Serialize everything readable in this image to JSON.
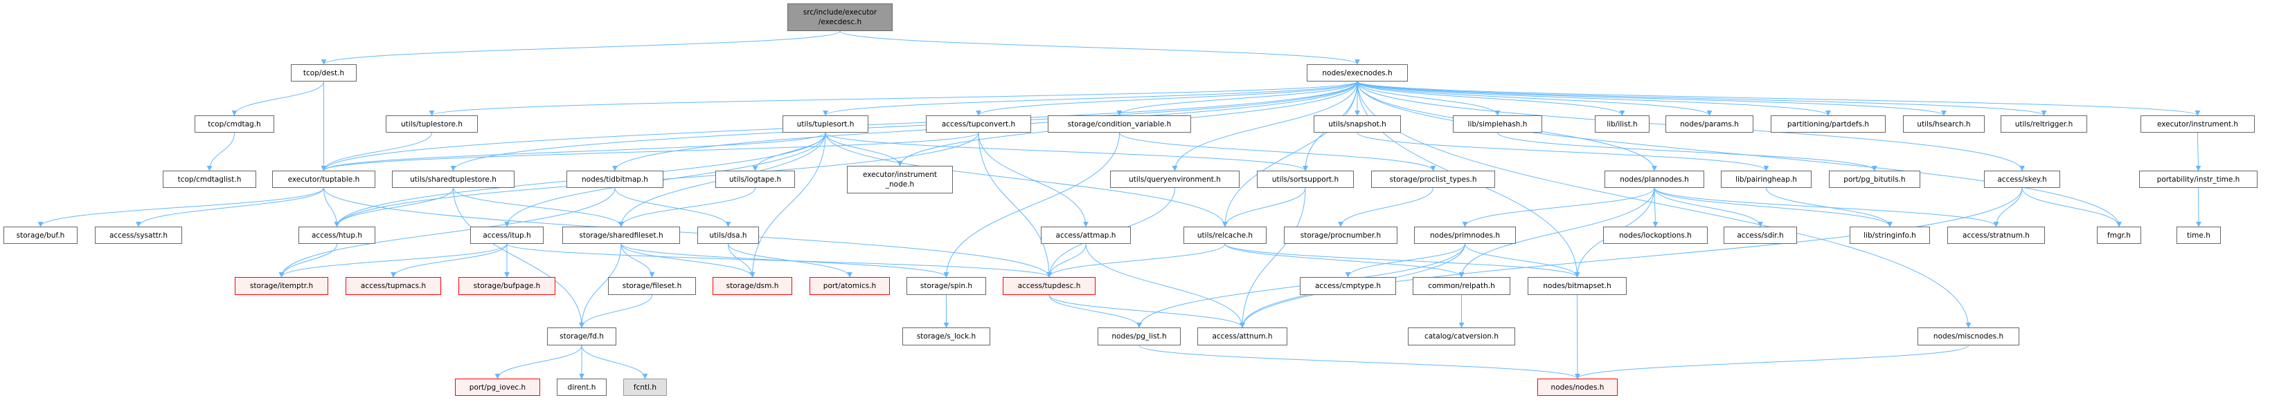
{
  "graph": {
    "title": "src/include/executor/execdesc.h include dependency graph",
    "colors": {
      "edge": "#63b8ff",
      "red_border": "#ff0000",
      "root_fill": "#999999"
    },
    "nodes": [
      {
        "id": "root",
        "label": "src/include/executor\n/execdesc.h",
        "style": "root"
      },
      {
        "id": "tcop_dest",
        "label": "tcop/dest.h"
      },
      {
        "id": "execnodes",
        "label": "nodes/execnodes.h"
      },
      {
        "id": "tcop_cmdtag",
        "label": "tcop/cmdtag.h"
      },
      {
        "id": "tuplestore",
        "label": "utils/tuplestore.h"
      },
      {
        "id": "tuplesort",
        "label": "utils/tuplesort.h"
      },
      {
        "id": "tupconvert",
        "label": "access/tupconvert.h"
      },
      {
        "id": "condvar",
        "label": "storage/condition_variable.h"
      },
      {
        "id": "snapshot",
        "label": "utils/snapshot.h"
      },
      {
        "id": "simplehash",
        "label": "lib/simplehash.h"
      },
      {
        "id": "ilist",
        "label": "lib/ilist.h"
      },
      {
        "id": "params",
        "label": "nodes/params.h"
      },
      {
        "id": "partdefs",
        "label": "partitioning/partdefs.h"
      },
      {
        "id": "hsearch",
        "label": "utils/hsearch.h"
      },
      {
        "id": "reltrigger",
        "label": "utils/reltrigger.h"
      },
      {
        "id": "instrument",
        "label": "executor/instrument.h"
      },
      {
        "id": "cmdtaglist",
        "label": "tcop/cmdtaglist.h"
      },
      {
        "id": "tuptable",
        "label": "executor/tuptable.h"
      },
      {
        "id": "sharedtuplestore",
        "label": "utils/sharedtuplestore.h"
      },
      {
        "id": "tidbitmap",
        "label": "nodes/tidbitmap.h"
      },
      {
        "id": "logtape",
        "label": "utils/logtape.h"
      },
      {
        "id": "instrument_node",
        "label": "executor/instrument\n_node.h"
      },
      {
        "id": "queryenv",
        "label": "utils/queryenvironment.h"
      },
      {
        "id": "sortsupport",
        "label": "utils/sortsupport.h"
      },
      {
        "id": "proclist_types",
        "label": "storage/proclist_types.h"
      },
      {
        "id": "plannodes",
        "label": "nodes/plannodes.h"
      },
      {
        "id": "pairingheap",
        "label": "lib/pairingheap.h"
      },
      {
        "id": "pg_bitutils",
        "label": "port/pg_bitutils.h"
      },
      {
        "id": "skey",
        "label": "access/skey.h"
      },
      {
        "id": "instr_time",
        "label": "portability/instr_time.h"
      },
      {
        "id": "buf",
        "label": "storage/buf.h"
      },
      {
        "id": "sysattr",
        "label": "access/sysattr.h"
      },
      {
        "id": "htup",
        "label": "access/htup.h"
      },
      {
        "id": "itup",
        "label": "access/itup.h"
      },
      {
        "id": "sharedfileset",
        "label": "storage/sharedfileset.h"
      },
      {
        "id": "dsa",
        "label": "utils/dsa.h"
      },
      {
        "id": "attmap",
        "label": "access/attmap.h"
      },
      {
        "id": "relcache",
        "label": "utils/relcache.h"
      },
      {
        "id": "procnumber",
        "label": "storage/procnumber.h"
      },
      {
        "id": "primnodes",
        "label": "nodes/primnodes.h"
      },
      {
        "id": "lockoptions",
        "label": "nodes/lockoptions.h"
      },
      {
        "id": "sdir",
        "label": "access/sdir.h"
      },
      {
        "id": "stringinfo",
        "label": "lib/stringinfo.h"
      },
      {
        "id": "stratnum",
        "label": "access/stratnum.h"
      },
      {
        "id": "fmgr",
        "label": "fmgr.h"
      },
      {
        "id": "time",
        "label": "time.h"
      },
      {
        "id": "itemptr",
        "label": "storage/itemptr.h",
        "style": "red"
      },
      {
        "id": "tupmacs",
        "label": "access/tupmacs.h",
        "style": "red"
      },
      {
        "id": "bufpage",
        "label": "storage/bufpage.h",
        "style": "red"
      },
      {
        "id": "fileset",
        "label": "storage/fileset.h"
      },
      {
        "id": "dsm",
        "label": "storage/dsm.h",
        "style": "red"
      },
      {
        "id": "atomics",
        "label": "port/atomics.h",
        "style": "red"
      },
      {
        "id": "spin",
        "label": "storage/spin.h"
      },
      {
        "id": "tupdesc",
        "label": "access/tupdesc.h",
        "style": "red"
      },
      {
        "id": "cmptype",
        "label": "access/cmptype.h"
      },
      {
        "id": "relpath",
        "label": "common/relpath.h"
      },
      {
        "id": "bitmapset",
        "label": "nodes/bitmapset.h"
      },
      {
        "id": "fd",
        "label": "storage/fd.h"
      },
      {
        "id": "s_lock",
        "label": "storage/s_lock.h"
      },
      {
        "id": "pg_list",
        "label": "nodes/pg_list.h"
      },
      {
        "id": "attnum",
        "label": "access/attnum.h"
      },
      {
        "id": "catversion",
        "label": "catalog/catversion.h"
      },
      {
        "id": "miscnodes",
        "label": "nodes/miscnodes.h"
      },
      {
        "id": "pg_iovec",
        "label": "port/pg_iovec.h",
        "style": "red"
      },
      {
        "id": "dirent",
        "label": "dirent.h"
      },
      {
        "id": "fcntl",
        "label": "fcntl.h",
        "style": "gray"
      },
      {
        "id": "nodes",
        "label": "nodes/nodes.h",
        "style": "red"
      }
    ],
    "edges": [
      [
        "root",
        "tcop_dest"
      ],
      [
        "root",
        "execnodes"
      ],
      [
        "tcop_dest",
        "tcop_cmdtag"
      ],
      [
        "tcop_dest",
        "tuptable"
      ],
      [
        "tcop_cmdtag",
        "cmdtaglist"
      ],
      [
        "tuplestore",
        "tuptable"
      ],
      [
        "tuptable",
        "buf"
      ],
      [
        "tuptable",
        "sysattr"
      ],
      [
        "tuptable",
        "htup"
      ],
      [
        "tuptable",
        "tupdesc"
      ],
      [
        "sharedtuplestore",
        "htup"
      ],
      [
        "sharedtuplestore",
        "fd"
      ],
      [
        "sharedtuplestore",
        "sharedfileset"
      ],
      [
        "htup",
        "itemptr"
      ],
      [
        "itup",
        "itemptr"
      ],
      [
        "itup",
        "tupmacs"
      ],
      [
        "itup",
        "bufpage"
      ],
      [
        "itup",
        "tupdesc"
      ],
      [
        "sharedfileset",
        "fd"
      ],
      [
        "sharedfileset",
        "fileset"
      ],
      [
        "sharedfileset",
        "dsm"
      ],
      [
        "sharedfileset",
        "spin"
      ],
      [
        "fileset",
        "fd"
      ],
      [
        "fd",
        "pg_iovec"
      ],
      [
        "fd",
        "dirent"
      ],
      [
        "fd",
        "fcntl"
      ],
      [
        "tidbitmap",
        "itemptr"
      ],
      [
        "tidbitmap",
        "dsa"
      ],
      [
        "dsa",
        "dsm"
      ],
      [
        "dsa",
        "atomics"
      ],
      [
        "logtape",
        "sharedfileset"
      ],
      [
        "tuplesort",
        "tuptable"
      ],
      [
        "tuplesort",
        "itup"
      ],
      [
        "tuplesort",
        "logtape"
      ],
      [
        "tuplesort",
        "instrument_node"
      ],
      [
        "tuplesort",
        "dsm"
      ],
      [
        "tuplesort",
        "relcache"
      ],
      [
        "tuplesort",
        "sortsupport"
      ],
      [
        "tuplesort",
        "htup"
      ],
      [
        "tuplesort",
        "sharedfileset"
      ],
      [
        "tupconvert",
        "tuptable"
      ],
      [
        "tupconvert",
        "attmap"
      ],
      [
        "tupconvert",
        "tupdesc"
      ],
      [
        "tupconvert",
        "htup"
      ],
      [
        "attmap",
        "tupdesc"
      ],
      [
        "attmap",
        "attnum"
      ],
      [
        "condvar",
        "spin"
      ],
      [
        "condvar",
        "proclist_types"
      ],
      [
        "spin",
        "s_lock"
      ],
      [
        "tupdesc",
        "pg_list"
      ],
      [
        "tupdesc",
        "attnum"
      ],
      [
        "queryenv",
        "tupdesc"
      ],
      [
        "sortsupport",
        "attnum"
      ],
      [
        "sortsupport",
        "relcache"
      ],
      [
        "proclist_types",
        "procnumber"
      ],
      [
        "relcache",
        "tupdesc"
      ],
      [
        "relcache",
        "bitmapset"
      ],
      [
        "relcache",
        "relpath"
      ],
      [
        "primnodes",
        "attnum"
      ],
      [
        "primnodes",
        "pg_list"
      ],
      [
        "primnodes",
        "cmptype"
      ],
      [
        "primnodes",
        "bitmapset"
      ],
      [
        "relpath",
        "catversion"
      ],
      [
        "bitmapset",
        "nodes"
      ],
      [
        "pg_list",
        "nodes"
      ],
      [
        "miscnodes",
        "nodes"
      ],
      [
        "plannodes",
        "primnodes"
      ],
      [
        "plannodes",
        "lockoptions"
      ],
      [
        "plannodes",
        "sdir"
      ],
      [
        "plannodes",
        "stringinfo"
      ],
      [
        "plannodes",
        "stratnum"
      ],
      [
        "plannodes",
        "bitmapset"
      ],
      [
        "plannodes",
        "relpath"
      ],
      [
        "pairingheap",
        "stringinfo"
      ],
      [
        "skey",
        "stratnum"
      ],
      [
        "skey",
        "fmgr"
      ],
      [
        "skey",
        "attnum"
      ],
      [
        "instrument",
        "instr_time"
      ],
      [
        "instr_time",
        "time"
      ],
      [
        "snapshot",
        "pairingheap"
      ],
      [
        "simplehash",
        "pg_bitutils"
      ],
      [
        "execnodes",
        "tuplestore"
      ],
      [
        "execnodes",
        "tuptable"
      ],
      [
        "execnodes",
        "sharedtuplestore"
      ],
      [
        "execnodes",
        "tidbitmap"
      ],
      [
        "execnodes",
        "tuplesort"
      ],
      [
        "execnodes",
        "tupconvert"
      ],
      [
        "execnodes",
        "condvar"
      ],
      [
        "execnodes",
        "instrument_node"
      ],
      [
        "execnodes",
        "queryenv"
      ],
      [
        "execnodes",
        "sortsupport"
      ],
      [
        "execnodes",
        "snapshot"
      ],
      [
        "execnodes",
        "simplehash"
      ],
      [
        "execnodes",
        "ilist"
      ],
      [
        "execnodes",
        "params"
      ],
      [
        "execnodes",
        "partdefs"
      ],
      [
        "execnodes",
        "hsearch"
      ],
      [
        "execnodes",
        "reltrigger"
      ],
      [
        "execnodes",
        "instrument"
      ],
      [
        "execnodes",
        "plannodes"
      ],
      [
        "execnodes",
        "skey"
      ],
      [
        "execnodes",
        "fmgr"
      ],
      [
        "execnodes",
        "miscnodes"
      ],
      [
        "execnodes",
        "bitmapset"
      ],
      [
        "execnodes",
        "relcache"
      ]
    ]
  }
}
